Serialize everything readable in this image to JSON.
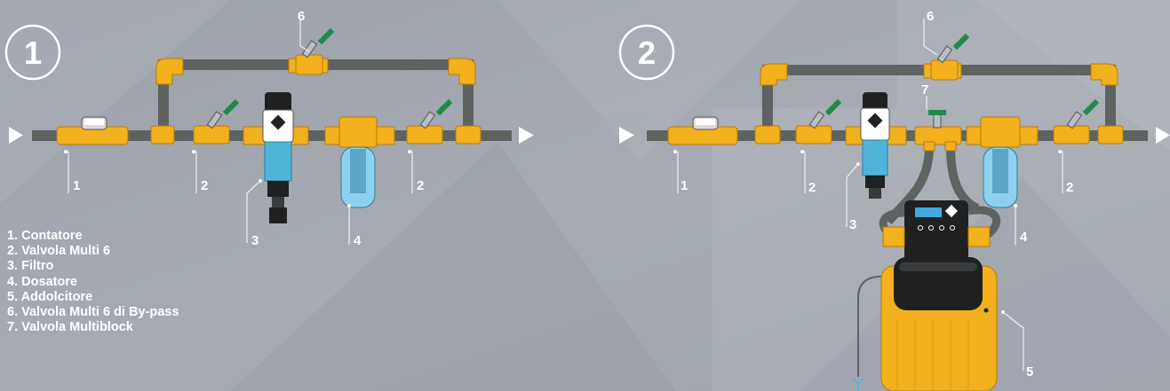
{
  "diagram1": {
    "badge": "1",
    "callouts": {
      "c1": "1",
      "c2a": "2",
      "c3": "3",
      "c4": "4",
      "c2b": "2",
      "c6": "6"
    }
  },
  "diagram2": {
    "badge": "2",
    "callouts": {
      "c1": "1",
      "c2a": "2",
      "c3": "3",
      "c4": "4",
      "c2b": "2",
      "c5": "5",
      "c6": "6",
      "c7": "7"
    }
  },
  "legend": [
    "1. Contatore",
    "2. Valvola Multi 6",
    "3. Filtro",
    "4. Dosatore",
    "5. Addolcitore",
    "6. Valvola Multi 6 di By-pass",
    "7. Valvola Multiblock"
  ],
  "colors": {
    "background": "#a3a8b1",
    "pipe": "#5d6361",
    "fitting": "#f2b01c",
    "valve_handle": "#1f8a4c",
    "filter_blue": "#4fb4d8",
    "dosing_blue": "#8fd0ee",
    "softener_body": "#f2b01c",
    "softener_lid": "#1f2021",
    "line": "#ffffff"
  }
}
